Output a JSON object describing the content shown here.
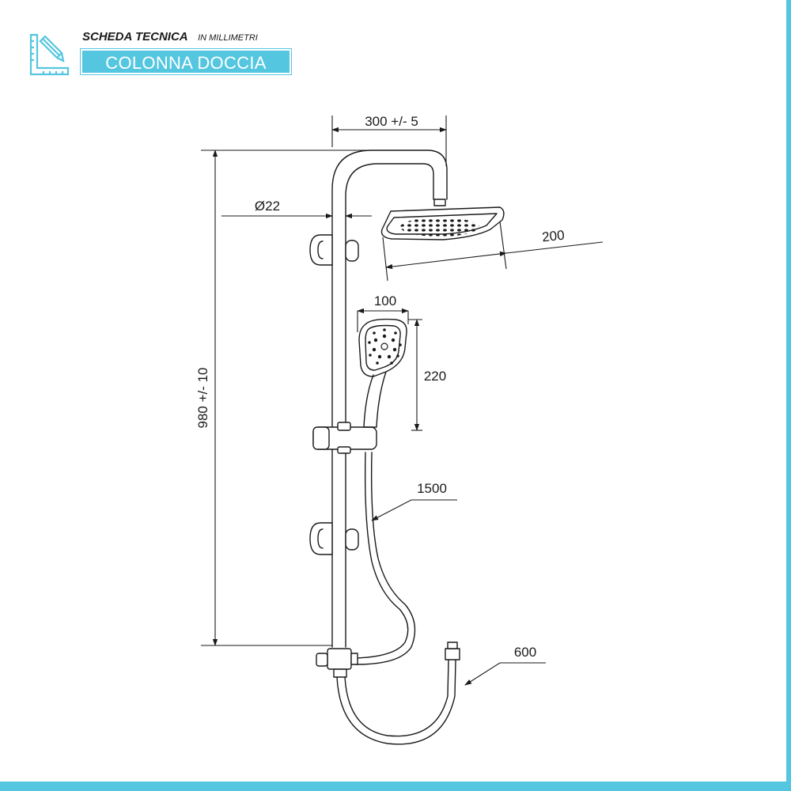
{
  "header": {
    "sheet_title": "SCHEDA TECNICA",
    "units": "IN MILLIMETRI",
    "product": "COLONNA DOCCIA",
    "logo_icon": "ruler-pencil-icon",
    "accent_color": "#54c6e0"
  },
  "dimensions": {
    "arm_reach": "300 +/- 5",
    "pipe_diameter": "Ø22",
    "head_width": "200",
    "hand_width": "100",
    "hand_height": "220",
    "column_height": "980 +/- 10",
    "hose_long": "1500",
    "hose_short": "600"
  }
}
